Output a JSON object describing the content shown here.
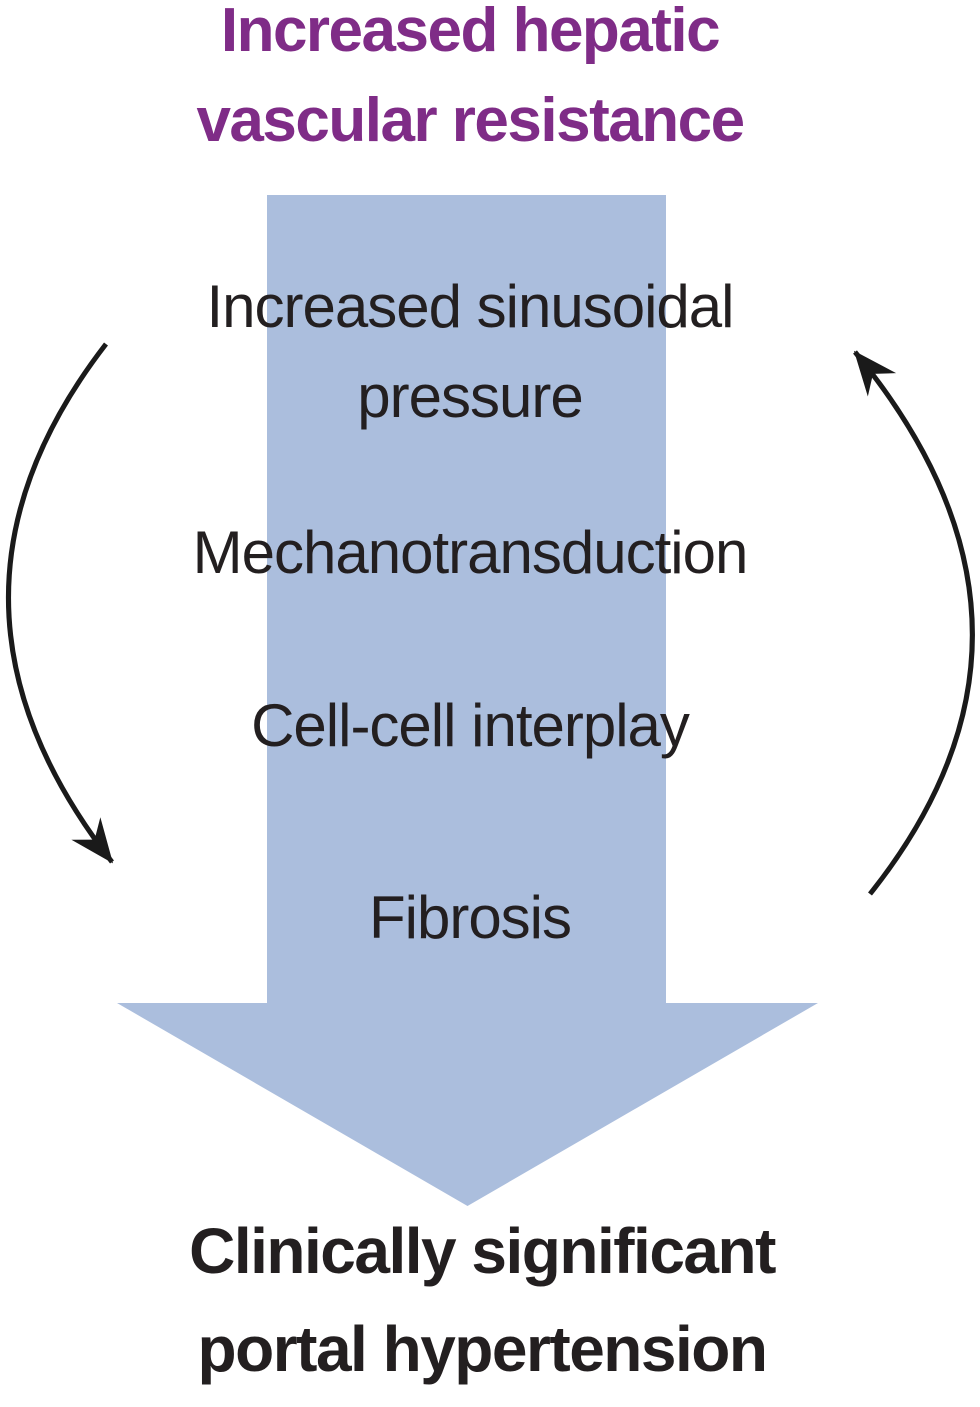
{
  "diagram": {
    "title": {
      "text": "Increased hepatic vascular resistance",
      "lines": [
        "Increased hepatic",
        "vascular resistance"
      ]
    },
    "steps": [
      {
        "label": "Increased sinusoidal pressure",
        "lines": [
          "Increased sinusoidal",
          "pressure"
        ]
      },
      {
        "label": "Mechanotransduction"
      },
      {
        "label": "Cell-cell interplay"
      },
      {
        "label": "Fibrosis"
      }
    ],
    "outcome": {
      "text": "Clinically significant portal hypertension",
      "lines": [
        "Clinically significant",
        "portal hypertension"
      ]
    },
    "icons": {
      "main_flow": "big-down-arrow",
      "left_side": "curved-arrow-down",
      "right_side": "curved-arrow-up"
    },
    "colors": {
      "title_color": "#7f2c87",
      "text_color": "#231f20",
      "outcome_color": "#231f20",
      "arrow_fill": "#abbedd",
      "line_color": "#1a1a1a",
      "background": "#ffffff"
    }
  }
}
